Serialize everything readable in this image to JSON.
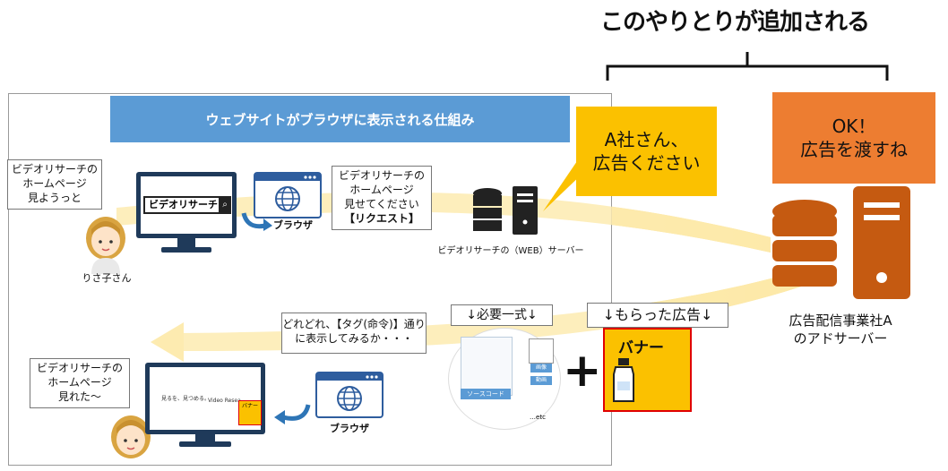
{
  "title": "このやりとりが追加される",
  "panel_header": "ウェブサイトがブラウザに表示される仕組み",
  "top_section": {
    "user_bubble": [
      "ビデオリサーチの",
      "ホームページ",
      "見ようっと"
    ],
    "search_text": "ビデオリサーチ",
    "browser_label": "ブラウザ",
    "request_bubble": [
      "ビデオリサーチの",
      "ホームページ",
      "見せてください",
      "【リクエスト】"
    ],
    "user_name": "りさ子さん",
    "web_server_label": "ビデオリサーチの（WEB）サーバー"
  },
  "callouts": {
    "a_company": [
      "A社さん、",
      "広告ください"
    ],
    "ok": [
      "OK！",
      "広告を渡すね"
    ]
  },
  "ad_server_label": [
    "広告配信事業社A",
    "のアドサーバー"
  ],
  "bottom_section": {
    "tag_bubble": [
      "どれどれ、【タグ(命令)】通り",
      "に表示してみるか・・・"
    ],
    "user_bubble": [
      "ビデオリサーチの",
      "ホームページ",
      "見れた～"
    ],
    "browser_label": "ブラウザ",
    "required_set_label": "↓必要一式↓",
    "received_ad_label": "↓もらった広告↓",
    "banner_label": "バナー",
    "source_code_label": "ソースコード",
    "image_label": "画像",
    "video_label": "動画",
    "etc_label": "…etc",
    "screen_tagline": "見るを、見つめる。",
    "screen_logo": "Video Resea",
    "screen_banner": "バナー"
  },
  "colors": {
    "header_blue": "#5b9bd5",
    "callout_yellow": "#fbc100",
    "callout_orange": "#ed7d31",
    "server_orange": "#c55a11",
    "flow_yellow": "#fde9a6",
    "dark": "#222222"
  }
}
